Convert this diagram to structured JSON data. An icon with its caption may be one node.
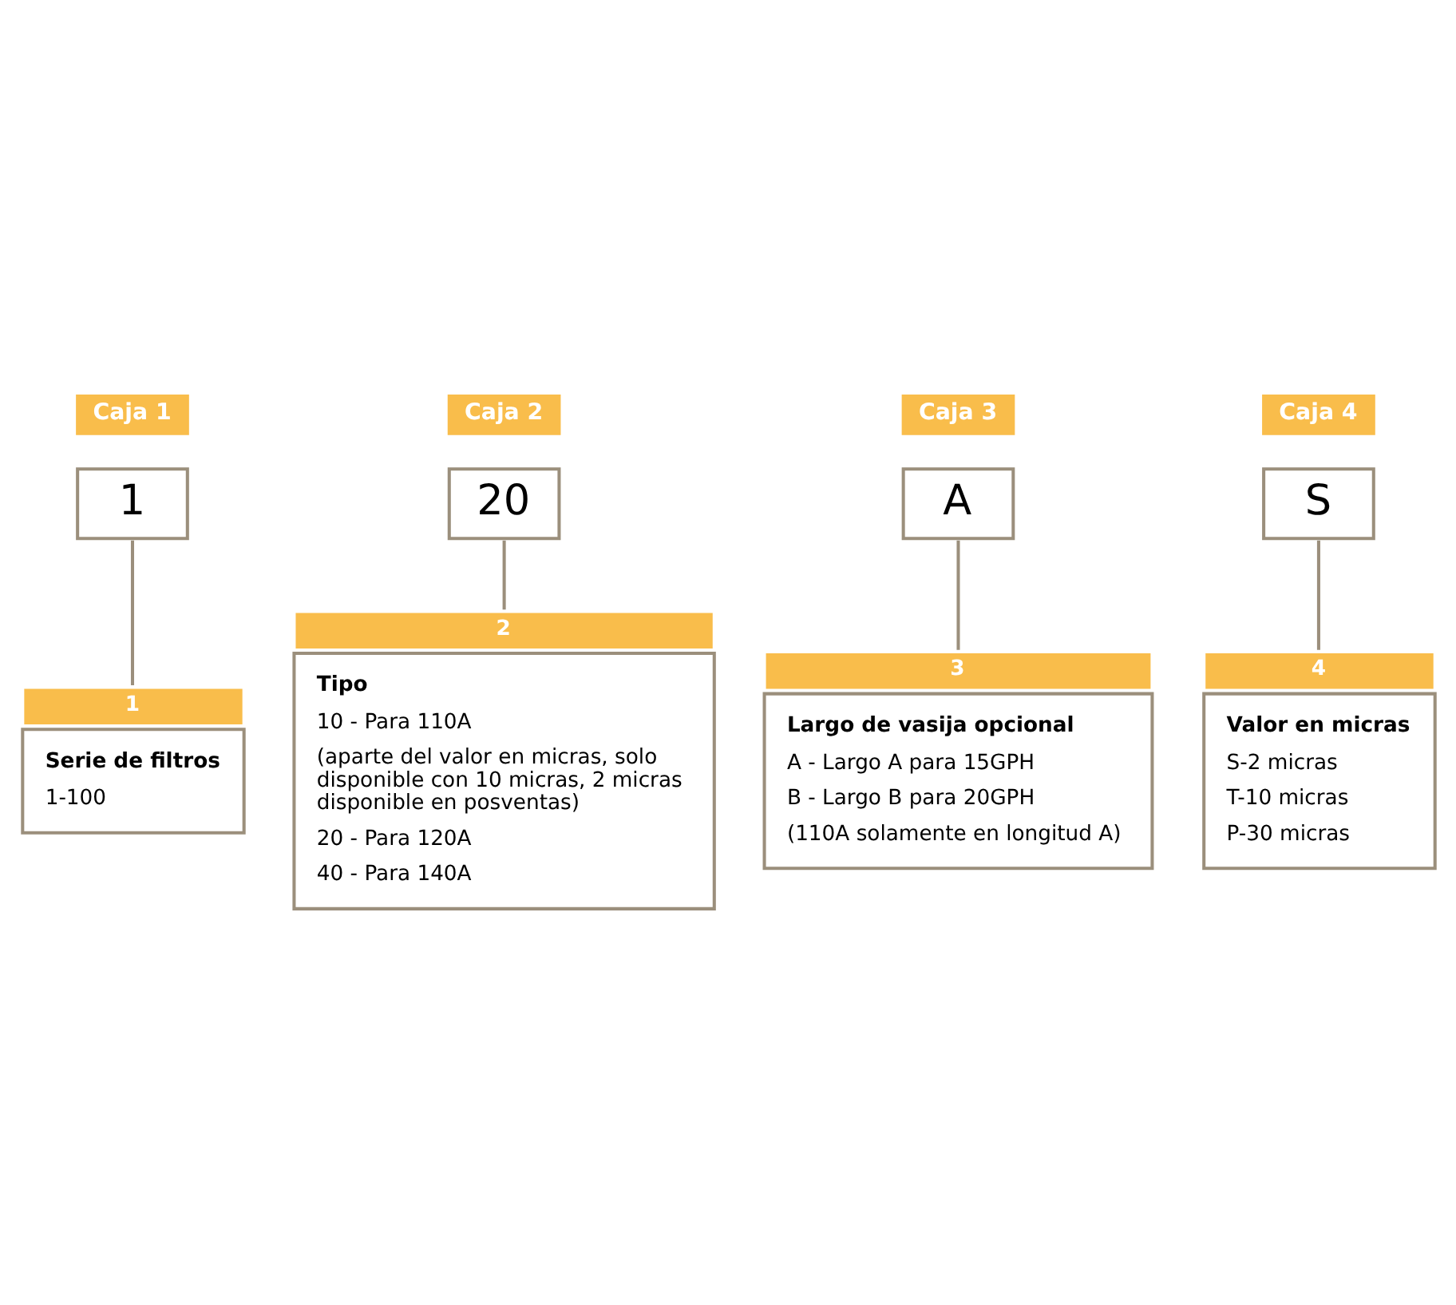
{
  "diagram": {
    "nodes": [
      {
        "text": [
          "Caja 1",
          "1"
        ]
      },
      {
        "text": [
          "Caja 2",
          "20"
        ]
      },
      {
        "text": [
          "Caja 3",
          "A"
        ]
      },
      {
        "text": [
          "Caja 4",
          "S"
        ]
      },
      {
        "text": [
          "1",
          "Serie de filtros",
          "1-100"
        ]
      },
      {
        "text": [
          "2",
          "Tipo",
          "10 - Para 110A",
          "(aparte del valor en micras, solo disponible con 10 micras, 2 micras disponible en posventas)",
          "20 - Para 120A",
          "40 - Para 140A"
        ]
      },
      {
        "text": [
          "3",
          "Largo de vasija opcional",
          "A - Largo A para 15GPH",
          "B - Largo B para 20GPH",
          "(110A solamente en longitud A)"
        ]
      },
      {
        "text": [
          "4",
          "Valor en micras",
          "S-2 micras",
          "T-10 micras",
          "P-30 micras"
        ]
      }
    ],
    "edges": [
      {
        "from": 0,
        "to": 4,
        "arrow": "none"
      },
      {
        "from": 1,
        "to": 5,
        "arrow": "none"
      },
      {
        "from": 2,
        "to": 6,
        "arrow": "none"
      },
      {
        "from": 3,
        "to": 7,
        "arrow": "none"
      }
    ]
  }
}
